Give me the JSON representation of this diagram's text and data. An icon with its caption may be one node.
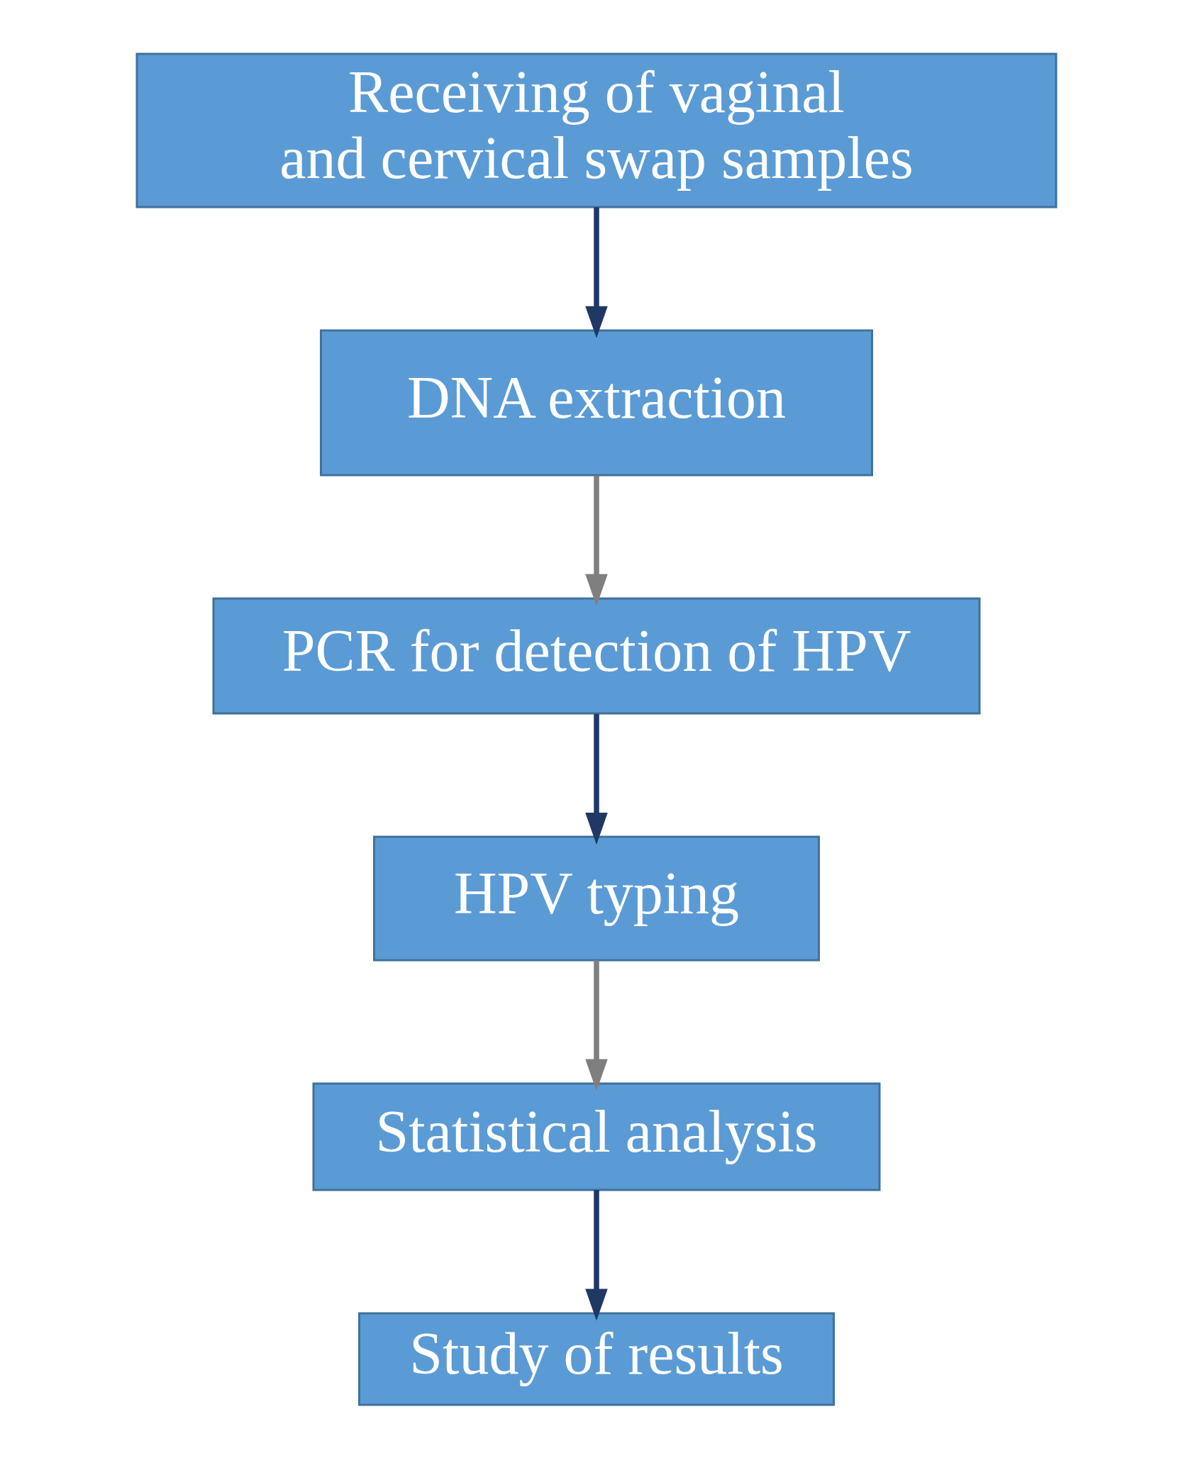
{
  "diagram": {
    "nodes": [
      {
        "text": [
          "Receiving of vaginal and cervical swap samples"
        ]
      },
      {
        "text": [
          "DNA extraction"
        ]
      },
      {
        "text": [
          "PCR for detection of HPV"
        ]
      },
      {
        "text": [
          "HPV typing"
        ]
      },
      {
        "text": [
          "Statistical analysis"
        ]
      },
      {
        "text": [
          "Study of results"
        ]
      }
    ],
    "edges": [
      {
        "from": 0,
        "to": 1,
        "arrow": "to"
      },
      {
        "from": 1,
        "to": 2,
        "arrow": "to",
        "color": "#7f7f7f"
      },
      {
        "from": 2,
        "to": 3,
        "arrow": "to"
      },
      {
        "from": 3,
        "to": 4,
        "arrow": "to",
        "color": "#7f7f7f"
      },
      {
        "from": 4,
        "to": 5,
        "arrow": "to"
      }
    ]
  }
}
